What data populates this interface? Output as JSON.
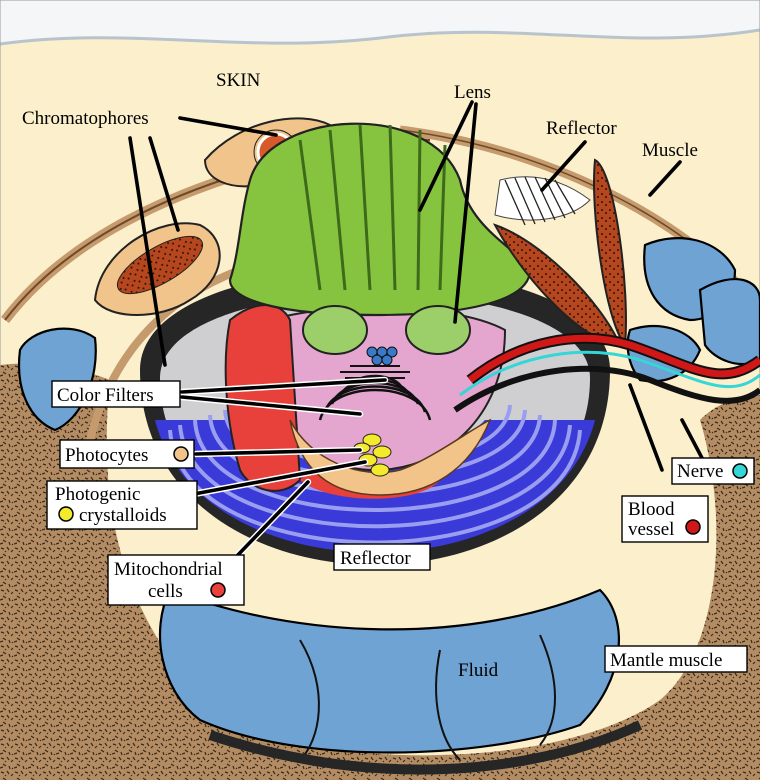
{
  "diagram": {
    "labels": {
      "skin": "SKIN",
      "chromatophores": "Chromatophores",
      "lens": "Lens",
      "reflector_top": "Reflector",
      "muscle": "Muscle",
      "color_filters": "Color Filters",
      "photocytes": "Photocytes",
      "photogenic_1": "Photogenic",
      "photogenic_2": "crystalloids",
      "mitochondrial_1": "Mitochondrial",
      "mitochondrial_2": "cells",
      "reflector_center": "Reflector",
      "fluid": "Fluid",
      "mantle_muscle": "Mantle muscle",
      "nerve": "Nerve",
      "blood_1": "Blood",
      "blood_2": "vessel"
    },
    "key_colors": {
      "photocytes": "#f2c48a",
      "photogenic_crystalloids": "#f2ea2a",
      "mitochondrial_cells": "#e8403a",
      "nerve": "#34d6d6",
      "blood_vessel": "#d01818"
    },
    "tissue_colors": {
      "skin": "#fbefcc",
      "mantle_muscle": "#b08a62",
      "fluid": "#6fa3d3",
      "lens": "#86c440",
      "reflector": "#3a3ad8",
      "dark_layer": "#262626",
      "chromatophore": "#b2401a"
    }
  }
}
